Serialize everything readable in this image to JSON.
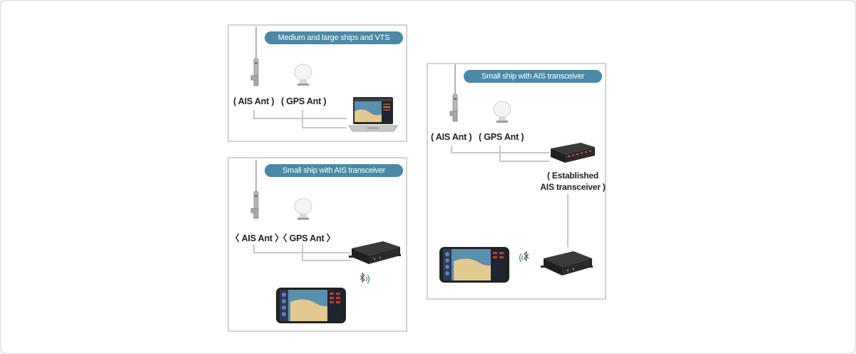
{
  "panel_top_left": {
    "title": "Medium and large ships and VTS",
    "ais_label": "( AIS Ant )",
    "gps_label": "( GPS Ant )"
  },
  "panel_bottom_left": {
    "title": "Small ship with AIS transceiver",
    "ais_label": "〈 AIS Ant 〉",
    "gps_label": "〈 GPS Ant 〉"
  },
  "panel_right": {
    "title": "Small ship with AIS transceiver",
    "ais_label": "( AIS Ant )",
    "gps_label": "( GPS Ant )",
    "transceiver_line1": "( Established",
    "transceiver_line2": "AIS transceiver )"
  },
  "colors": {
    "pill": "#4a8aa6",
    "wire": "#c9c9c9",
    "panel_border": "#d4d4d4"
  }
}
